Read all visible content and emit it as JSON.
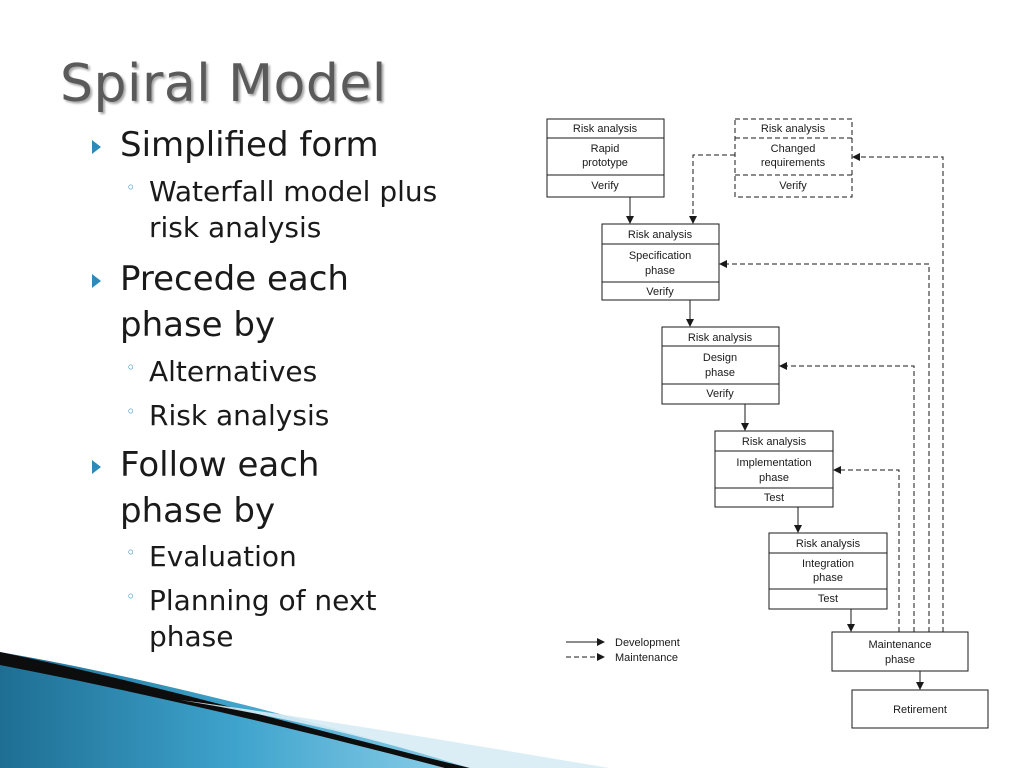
{
  "slide": {
    "title": "Spiral Model",
    "bullets": [
      {
        "text": "Simplified form",
        "sub": [
          "Waterfall model plus risk analysis"
        ]
      },
      {
        "text": "Precede each phase by",
        "sub": [
          "Alternatives",
          "Risk analysis"
        ]
      },
      {
        "text": "Follow each phase by",
        "sub": [
          "Evaluation",
          "Planning of next phase"
        ]
      }
    ]
  },
  "diagram": {
    "boxes": {
      "rapid": {
        "top": "Risk analysis",
        "mid1": "Rapid",
        "mid2": "prototype",
        "bottom": "Verify"
      },
      "changed": {
        "top": "Risk analysis",
        "mid1": "Changed",
        "mid2": "requirements",
        "bottom": "Verify"
      },
      "spec": {
        "top": "Risk analysis",
        "mid1": "Specification",
        "mid2": "phase",
        "bottom": "Verify"
      },
      "design": {
        "top": "Risk analysis",
        "mid1": "Design",
        "mid2": "phase",
        "bottom": "Verify"
      },
      "impl": {
        "top": "Risk analysis",
        "mid1": "Implementation",
        "mid2": "phase",
        "bottom": "Test"
      },
      "integ": {
        "top": "Risk analysis",
        "mid1": "Integration",
        "mid2": "phase",
        "bottom": "Test"
      },
      "maint": {
        "mid1": "Maintenance",
        "mid2": "phase"
      },
      "retire": {
        "label": "Retirement"
      }
    },
    "legend": {
      "development": "Development",
      "maintenance": "Maintenance"
    }
  },
  "colors": {
    "accent": "#2e8ab8",
    "title": "#5a5a5a",
    "text": "#1a1a1a"
  }
}
